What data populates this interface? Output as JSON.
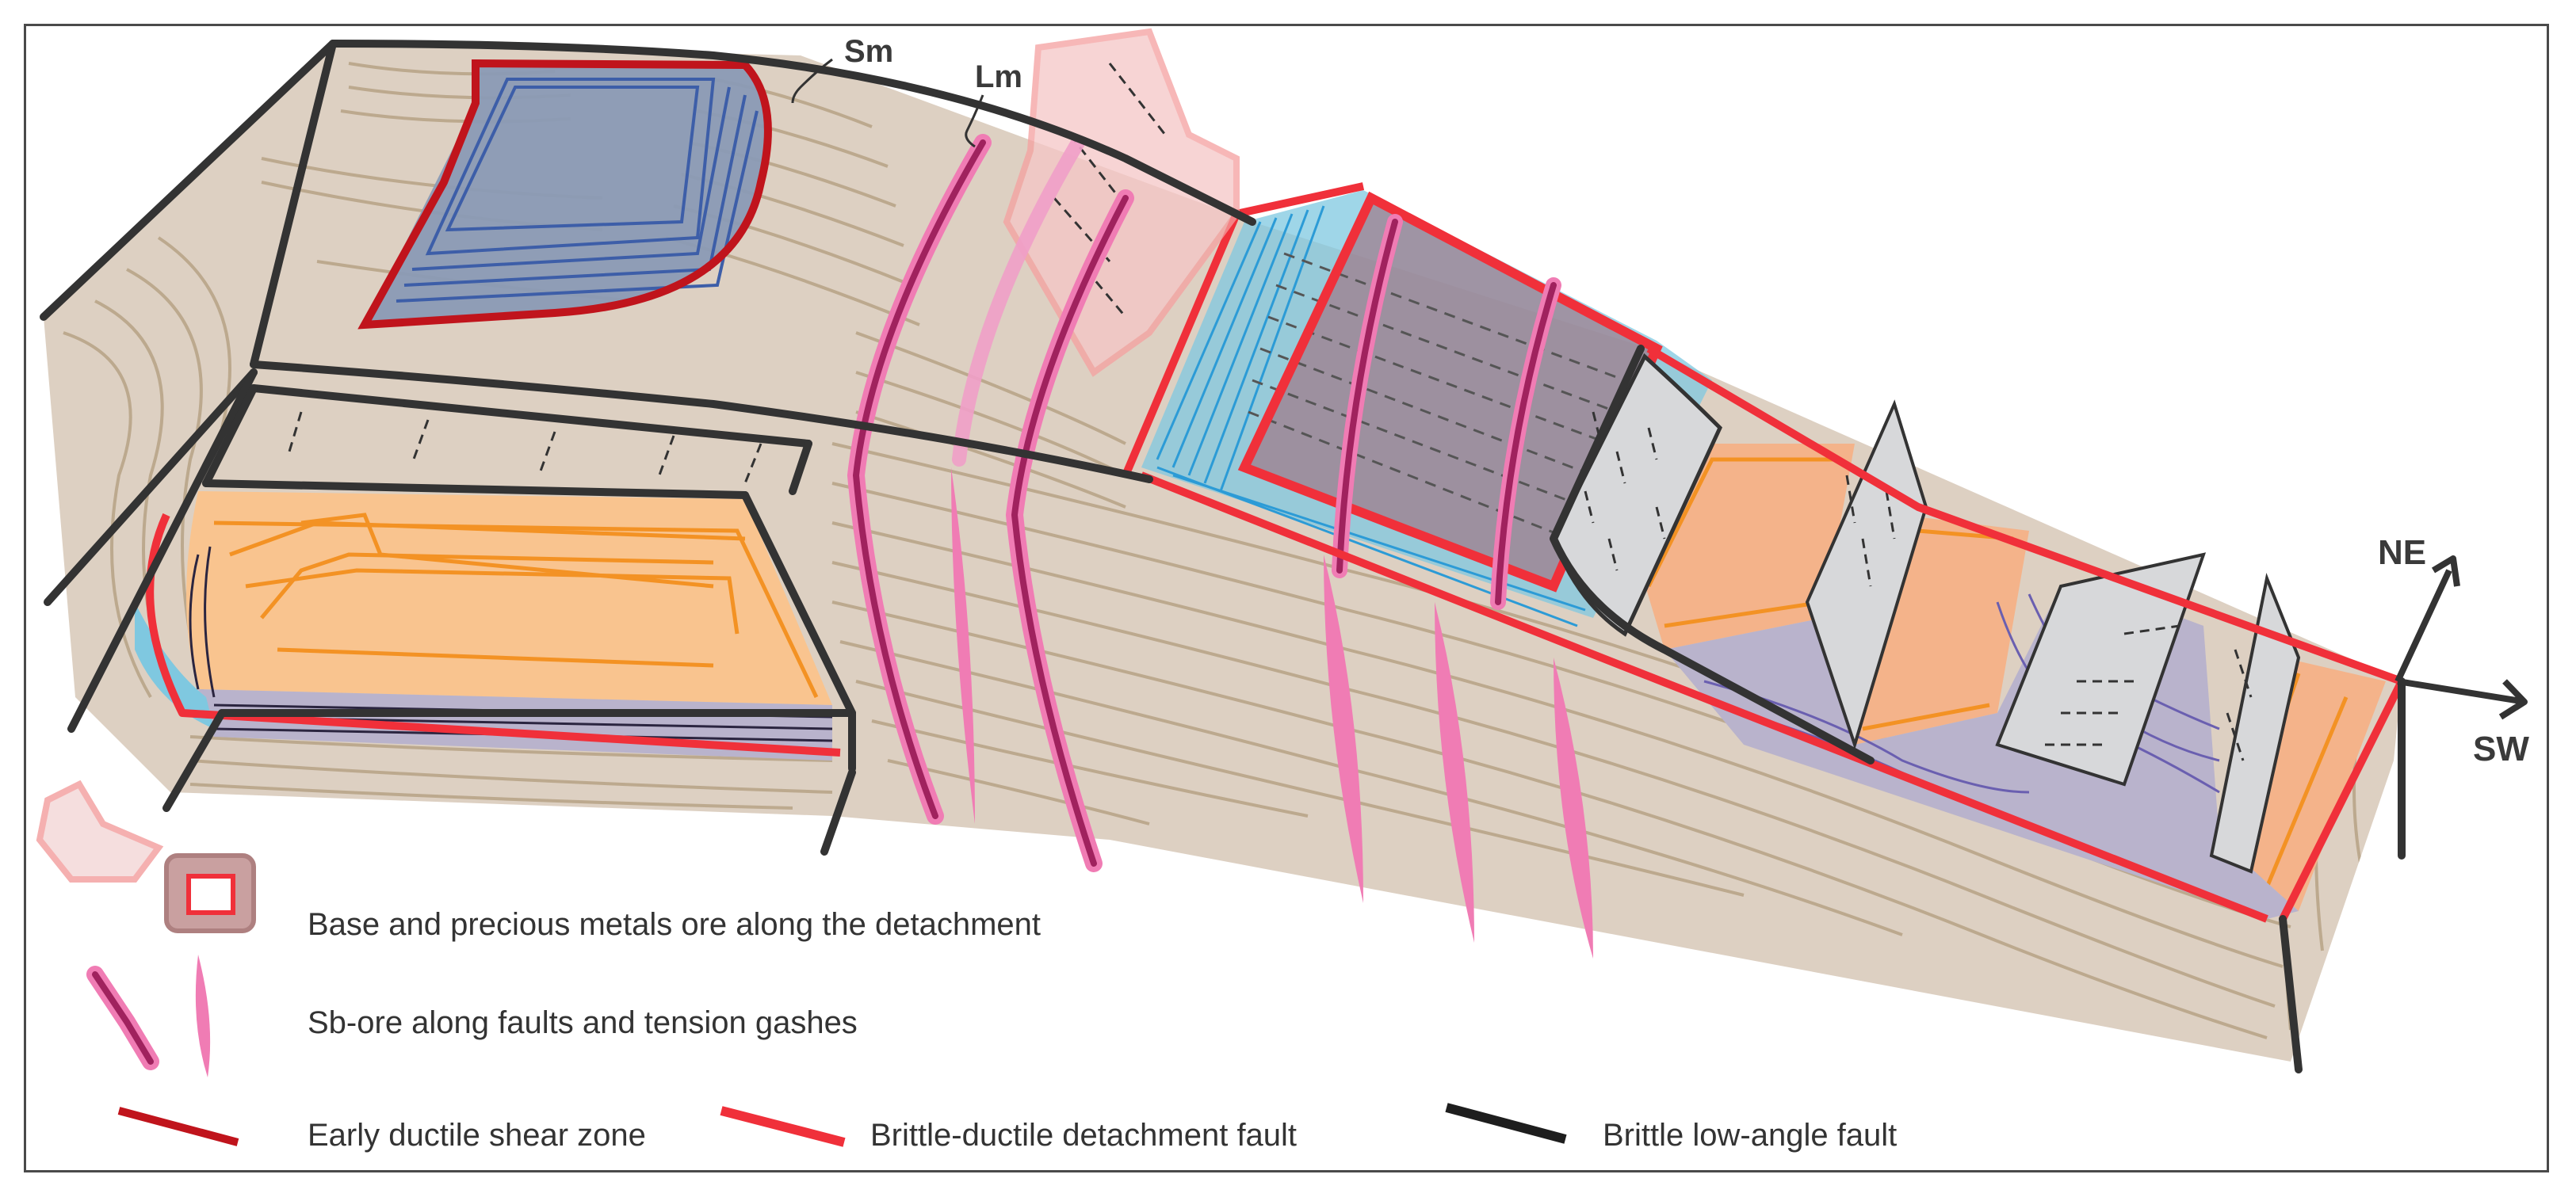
{
  "labels": {
    "sm": "Sm",
    "lm": "Lm",
    "ne": "NE",
    "sw": "SW"
  },
  "legend": {
    "ore_detachment": "Base and precious metals ore along the detachment",
    "sb_ore": "Sb-ore along faults and tension gashes",
    "ductile_shear": "Early ductile shear zone",
    "detachment_fault": "Brittle-ductile detachment fault",
    "low_angle_fault": "Brittle low-angle fault"
  },
  "colors": {
    "host_rock": "#ddd0c2",
    "foliation": "#b9a589",
    "ore_body_blue": "#8a9ab5",
    "orange_body": "#f9c48f",
    "cyan_zone": "#7fc8e0",
    "lavender_zone": "#b9b3cc",
    "grey_fault_plane": "#d7d8da",
    "sb_ore_pink": "#f07cb4",
    "ductile_shear_red": "#c0141c",
    "detachment_red": "#f0303a",
    "low_angle_black": "#333333"
  }
}
